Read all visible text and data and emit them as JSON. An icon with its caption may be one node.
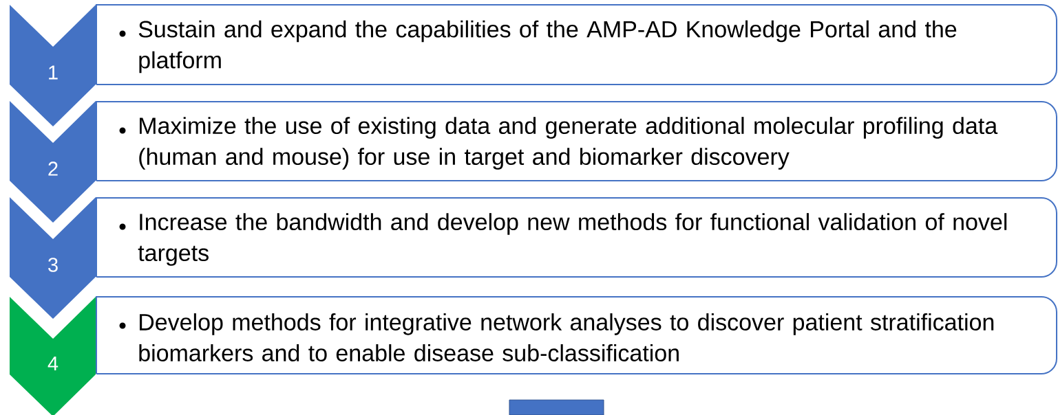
{
  "diagram": {
    "nodes": [
      {
        "text": [
          "1"
        ]
      },
      {
        "text": [
          "Sustain and expand the capabilities of the AMP-AD Knowledge Portal and the platform"
        ]
      },
      {
        "text": [
          "2"
        ]
      },
      {
        "text": [
          "Maximize the use of existing data and generate additional molecular profiling data (human and mouse) for use in target and biomarker discovery"
        ]
      },
      {
        "text": [
          "3"
        ]
      },
      {
        "text": [
          "Increase the bandwidth and develop new methods for functional validation of novel targets"
        ]
      },
      {
        "text": [
          "4"
        ]
      },
      {
        "text": [
          "Develop methods for integrative network analyses to discover patient stratification biomarkers and to enable disease sub-classification"
        ]
      }
    ]
  }
}
